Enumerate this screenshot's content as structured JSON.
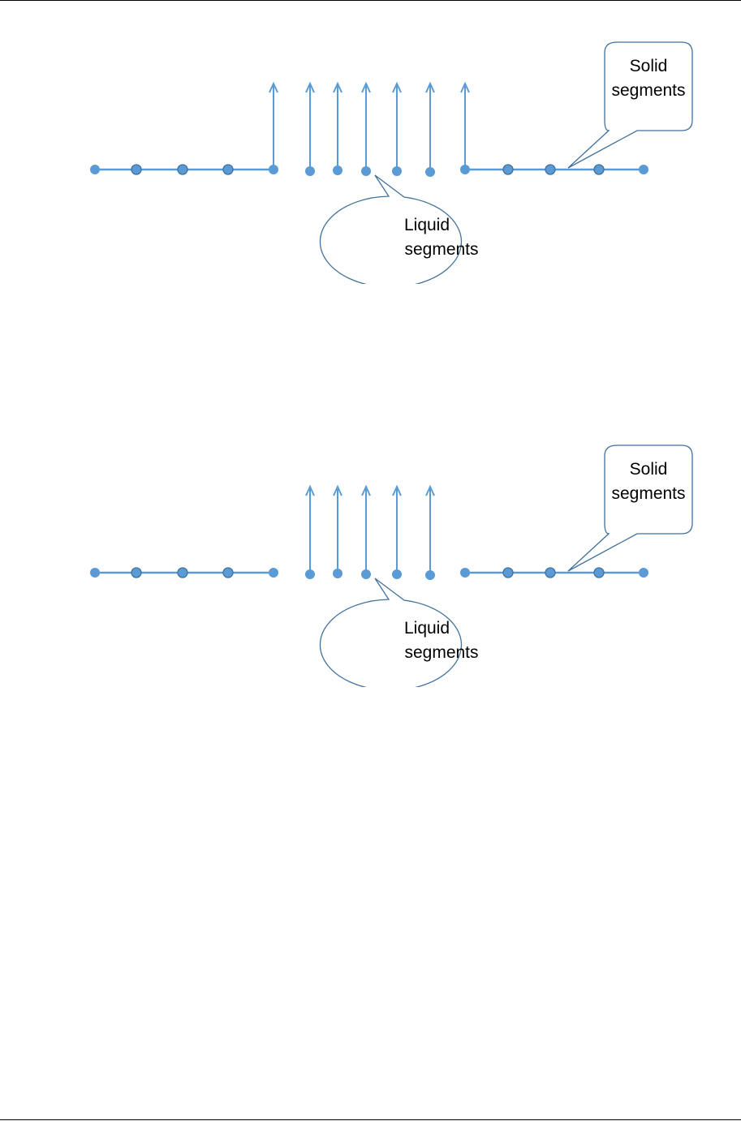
{
  "colors": {
    "line": "#5b9bd5",
    "node_fill": "#5b9bd5",
    "node_stroke": "#41719c",
    "callout_stroke": "#41719c",
    "callout_fill": "#ffffff"
  },
  "diagrams": [
    {
      "id": "diagram-1",
      "solid_label": [
        "Solid",
        "segments"
      ],
      "liquid_label": [
        "Liquid",
        "segments"
      ],
      "arrows_at_segment_boundaries": true
    },
    {
      "id": "diagram-2",
      "solid_label": [
        "Solid",
        "segments"
      ],
      "liquid_label": [
        "Liquid",
        "segments"
      ],
      "arrows_at_segment_boundaries": false
    }
  ]
}
